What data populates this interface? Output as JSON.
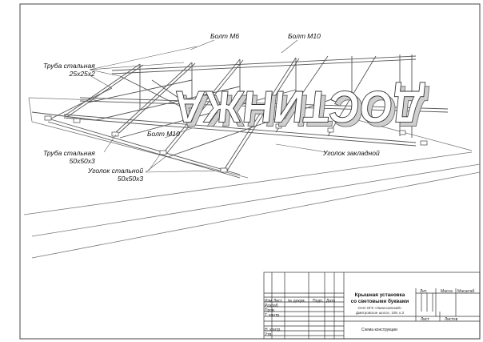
{
  "callouts": {
    "bolt_m6": "Болт М6",
    "bolt_m10_top": "Болт М10",
    "pipe_25": [
      "Труба стальная",
      "25х25х2"
    ],
    "bolt_m10_mid": "Болт М10",
    "pipe_50": [
      "Труба стальная",
      "50х50х3"
    ],
    "embedded_angle": "Уголок закладной",
    "angle_steel": [
      "Уголок стальной",
      "50х50х3"
    ]
  },
  "letters": {
    "sign_text": "ДОСТИНЖА"
  },
  "title_block": {
    "header_cols": [
      "Изм.",
      "Лист",
      "№ докум.",
      "Подп.",
      "Дата"
    ],
    "roles": [
      "Разраб.",
      "Пров.",
      "Т. контр.",
      "",
      "Н. контр.",
      "Утв."
    ],
    "title": [
      "Крышная установка",
      "со световыми буквами"
    ],
    "org": [
      "ОАО ОГК «Лианозовский»",
      "Дмитровское шоссе, 108, к.3"
    ],
    "drawing_name": "Схема конструкции",
    "stage_cols": [
      "Лит.",
      "Масса",
      "Масштаб"
    ],
    "sheet_cols": [
      "Лист",
      "Листов"
    ]
  }
}
